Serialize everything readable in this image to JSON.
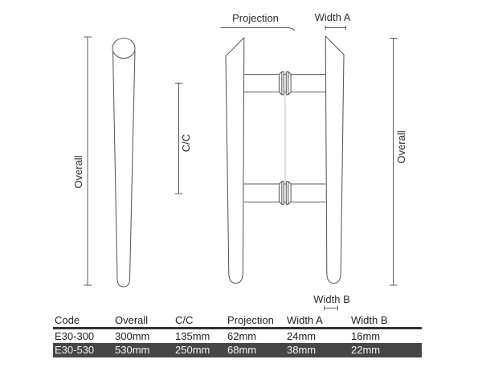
{
  "drawing": {
    "labels": {
      "projection": "Projection",
      "width_a": "Width A",
      "width_b": "Width B",
      "overall_left": "Overall",
      "overall_right": "Overall",
      "cc": "C/C"
    }
  },
  "table": {
    "columns": [
      "Code",
      "Overall",
      "C/C",
      "Projection",
      "Width A",
      "Width B"
    ],
    "rows": [
      {
        "values": [
          "E30-300",
          "300mm",
          "135mm",
          "62mm",
          "24mm",
          "16mm"
        ],
        "highlighted": false
      },
      {
        "values": [
          "E30-530",
          "530mm",
          "250mm",
          "68mm",
          "38mm",
          "22mm"
        ],
        "highlighted": true
      }
    ]
  },
  "colors": {
    "line_work": "#5f5f5f",
    "glass_line": "#d9d9d9",
    "table_separator": "#333333",
    "highlight_row_bg": "#464646",
    "highlight_row_text": "#f2f2f2",
    "text": "#2e2e2e"
  }
}
